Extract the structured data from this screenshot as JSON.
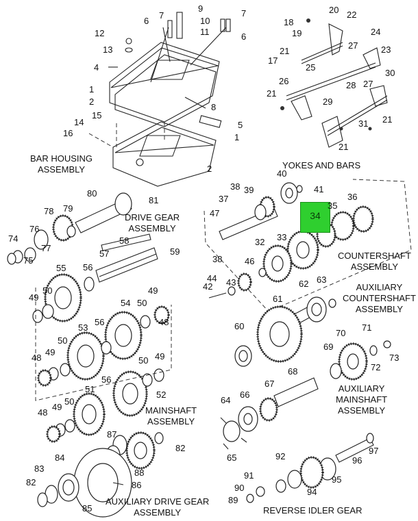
{
  "diagram": {
    "captions": {
      "bar_housing": [
        "BAR HOUSING",
        "ASSEMBLY"
      ],
      "yokes_bars": [
        "YOKES AND BARS"
      ],
      "drive_gear": [
        "DRIVE GEAR",
        "ASSEMBLY"
      ],
      "countershaft": [
        "COUNTERSHAFT",
        "ASSEMBLY"
      ],
      "aux_countershaft": [
        "AUXILIARY",
        "COUNTERSHAFT",
        "ASSEMBLY"
      ],
      "mainshaft": [
        "MAINSHAFT",
        "ASSEMBLY"
      ],
      "aux_mainshaft": [
        "AUXILIARY",
        "MAINSHAFT",
        "ASSEMBLY"
      ],
      "aux_drive_gear": [
        "AUXILIARY DRIVE GEAR",
        "ASSEMBLY"
      ],
      "reverse_idler": [
        "REVERSE IDLER GEAR",
        "ASSEMBLY"
      ]
    },
    "highlight": {
      "label": "34",
      "color": "#2fcf2f"
    },
    "callouts": [
      "9",
      "7",
      "10",
      "6",
      "11",
      "12",
      "13",
      "4",
      "1",
      "2",
      "8",
      "15",
      "14",
      "5",
      "16",
      "1",
      "2",
      "7",
      "6",
      "18",
      "20",
      "22",
      "19",
      "24",
      "21",
      "17",
      "27",
      "23",
      "25",
      "28",
      "27",
      "30",
      "26",
      "21",
      "29",
      "31",
      "21",
      "21",
      "80",
      "81",
      "78",
      "79",
      "76",
      "74",
      "77",
      "75",
      "58",
      "57",
      "59",
      "55",
      "56",
      "49",
      "50",
      "54",
      "50",
      "49",
      "48",
      "53",
      "56",
      "48",
      "49",
      "50",
      "51",
      "56",
      "52",
      "50",
      "49",
      "48",
      "49",
      "50",
      "87",
      "82",
      "84",
      "88",
      "83",
      "86",
      "82",
      "85",
      "40",
      "38",
      "39",
      "41",
      "37",
      "35",
      "36",
      "47",
      "33",
      "32",
      "38",
      "46",
      "44",
      "43",
      "42",
      "62",
      "63",
      "61",
      "60",
      "71",
      "70",
      "69",
      "72",
      "73",
      "68",
      "67",
      "64",
      "66",
      "65",
      "96",
      "97",
      "92",
      "91",
      "90",
      "89",
      "94",
      "95"
    ]
  }
}
